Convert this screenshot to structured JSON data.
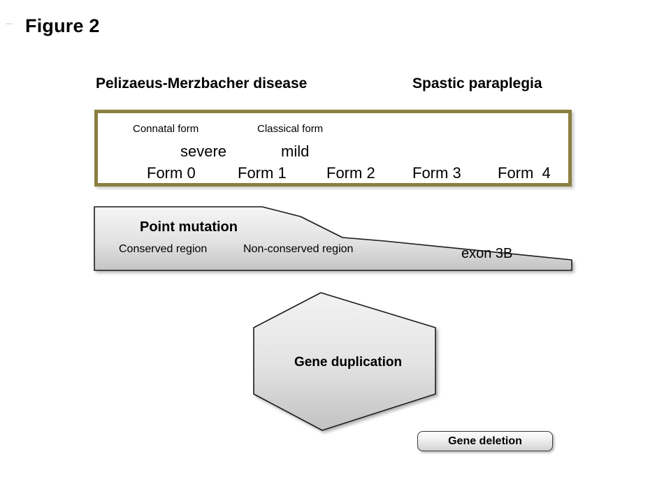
{
  "figure": {
    "title": "Figure 2"
  },
  "headings": {
    "left": "Pelizaeus-Merzbacher disease",
    "right": "Spastic paraplegia"
  },
  "forms_box": {
    "border_color": "#8a7f3f",
    "severity_labels": {
      "connatal": "Connatal form",
      "classical": "Classical form"
    },
    "severity_scale": {
      "severe": "severe",
      "mild": "mild"
    },
    "forms": [
      "Form 0",
      "Form 1",
      "Form 2",
      "Form 3",
      "Form  4"
    ]
  },
  "mutation_band": {
    "title": "Point mutation",
    "conserved_region": "Conserved region",
    "non_conserved_region": "Non-conserved region",
    "exon": "exon 3B",
    "fill_top": "#f2f2f2",
    "fill_bottom": "#c6c6c6",
    "stroke": "#1a1a1a"
  },
  "hexagon": {
    "label": "Gene duplication",
    "fill_top": "#efefef",
    "fill_bottom": "#c4c4c4",
    "stroke": "#1a1a1a"
  },
  "deletion": {
    "label": "Gene deletion",
    "fill_top": "#fcfcfc",
    "fill_bottom": "#d2d2d2",
    "stroke": "#3a3a3a"
  }
}
